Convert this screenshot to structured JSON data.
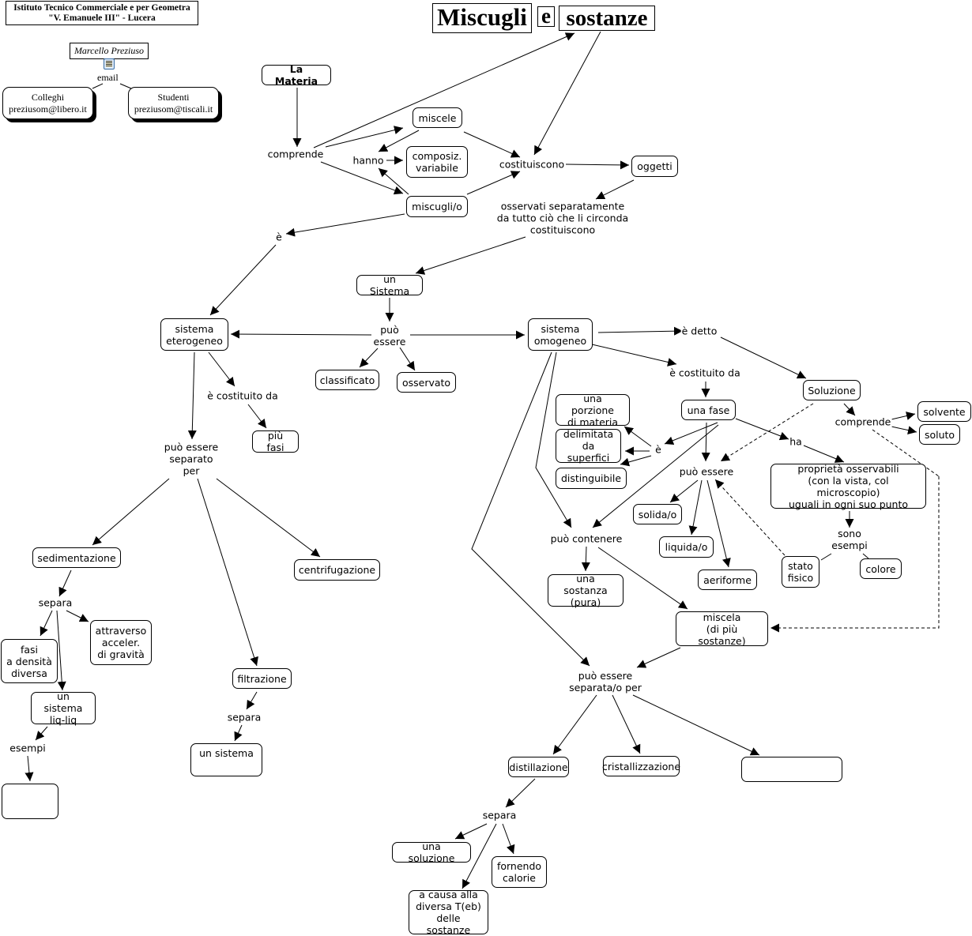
{
  "header": {
    "school": "Istituto Tecnico Commerciale e per Geometra\n\"V. Emanuele III\" - Lucera",
    "author": "Marcello Preziuso",
    "email_icon": "email-document-icon",
    "email_label": "email",
    "contacts": [
      {
        "label": "Colleghi\npreziusom@libero.it"
      },
      {
        "label": "Studenti\npreziusom@tiscali.it"
      }
    ]
  },
  "title": {
    "word1": "Miscugli",
    "word2": "e",
    "word3": "sostanze"
  },
  "concepts": {
    "la_materia": "La Materia",
    "miscele": "miscele",
    "composiz_variabile": "composiz.\nvariabile",
    "miscugli": "miscugli/o",
    "oggetti": "oggetti",
    "un_sistema": "un Sistema",
    "sistema_eterogeneo": "sistema\neterogeneo",
    "classificato": "classificato",
    "osservato": "osservato",
    "sistema_omogeneo": "sistema\nomogeneo",
    "piu_fasi": "più fasi",
    "soluzione": "Soluzione",
    "solvente": "solvente",
    "soluto": "soluto",
    "una_porzione": "una porzione\ndi materia",
    "delimitata": "delimitata\nda superfici",
    "distinguibile": "distinguibile",
    "una_fase": "una fase",
    "proprieta": "proprietà osservabili\n(con la vista, col microscopio)\nuguali in ogni suo punto",
    "solida": "solida/o",
    "liquida": "liquida/o",
    "aeriforme": "aeriforme",
    "stato_fisico": "stato\nfisico",
    "colore": "colore",
    "una_sostanza": "una sostanza\n(pura)",
    "miscela": "miscela\n(di più sostanze)",
    "sedimentazione": "sedimentazione",
    "centrifugazione": "centrifugazione",
    "attraverso": "attraverso\nacceler.\ndi gravità",
    "fasi_densita": "fasi\na densità\ndiversa",
    "sistema_liq": "un sistema\nliq-liq",
    "empty_left": "",
    "filtrazione": "filtrazione",
    "un_sistema_filtr": "un sistema",
    "distillazione": "distillazione",
    "cristallizzazione": "cristallizzazione",
    "empty_right": "",
    "una_soluzione": "una soluzione",
    "fornendo_calorie": "fornendo\ncalorie",
    "a_causa": "a causa alla\ndiversa T(eb)\ndelle sostanze"
  },
  "links": {
    "comprende": "comprende",
    "hanno": "hanno",
    "costituiscono": "costituiscono",
    "osservati": "osservati separatamente\nda tutto ciò che li circonda\ncostituiscono",
    "e_1": "è",
    "puo_essere_1": "può\nessere",
    "e_costituito_1": "è costituito da",
    "puo_essere_separato": "può essere\nseparato\nper",
    "e_detto": "è detto",
    "e_costituito_2": "è costituito da",
    "comprende_2": "comprende",
    "e_2": "è",
    "ha": "ha",
    "puo_essere_2": "può essere",
    "sono_esempi": "sono\nesempi",
    "puo_contenere": "può contenere",
    "separa_1": "separa",
    "esempi": "esempi",
    "separa_2": "separa",
    "puo_essere_separata": "può essere\nseparata/o per",
    "separa_3": "separa"
  }
}
